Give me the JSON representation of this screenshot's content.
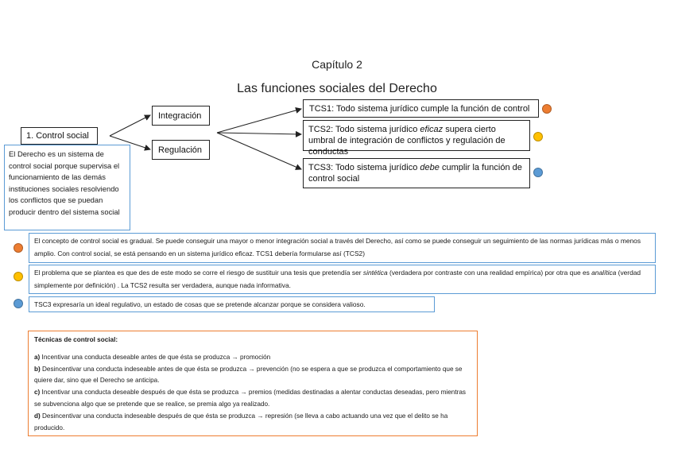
{
  "chapter": "Capítulo 2",
  "title": "Las funciones sociales del Derecho",
  "control_social_label": "1. Control social",
  "integracion_label": "Integración",
  "regulacion_label": "Regulación",
  "definition_text": "El Derecho es un sistema de control social porque supervisa el funcionamiento de las demás instituciones sociales resolviendo los conflictos que se puedan producir dentro del sistema social",
  "tcs1": {
    "text": "TCS1: Todo sistema jurídico cumple la función de control"
  },
  "tcs2": {
    "pre": "TCS2: Todo sistema jurídico ",
    "em": "eficaz",
    "post": " supera cierto umbral de integración de conflictos y regulación de conductas"
  },
  "tcs3": {
    "pre": "TCS3: Todo sistema jurídico ",
    "em": "debe",
    "post": " cumplir la función de control social"
  },
  "colors": {
    "orange": "#ed7d31",
    "yellow": "#ffc000",
    "blue": "#5b9bd5"
  },
  "note1": "El concepto de control social es gradual. Se puede conseguir una mayor o menor integración social a través del Derecho, así como se puede conseguir un seguimiento de las normas jurídicas más o menos amplio. Con control social, se está pensando en un sistema jurídico eficaz. TCS1 debería formularse así (TCS2)",
  "note2": {
    "pre": "El problema que se plantea es que des de este modo se corre el riesgo de sustituir una tesis que pretendía ser ",
    "em1": "sintética",
    "mid": " (verdadera por contraste con una realidad empírica) por otra que es ",
    "em2": "analítica",
    "post": " (verdad simplemente por definición) . La TCS2 resulta ser verdadera, aunque nada informativa."
  },
  "note3": "TSC3 expresaría un ideal regulativo, un estado de cosas que se pretende alcanzar porque se considera valioso.",
  "techniques": {
    "heading": "Técnicas de control social:",
    "items": [
      {
        "letter": "a)",
        "text": " Incentivar una conducta deseable antes de que ésta se produzca → promoción"
      },
      {
        "letter": "b)",
        "text": " Desincentivar una conducta indeseable antes de que ésta se produzca → prevención (no se espera a que se produzca el comportamiento que se quiere dar, sino que el Derecho se anticipa."
      },
      {
        "letter": "c)",
        "text": " Incentivar una conducta deseable después de que ésta se produzca → premios (medidas destinadas a alentar conductas deseadas, pero mientras se subvenciona algo que se pretende que se realice, se premia algo ya realizado."
      },
      {
        "letter": "d)",
        "text": " Desincentivar una conducta indeseable después de que ésta se produzca → represión (se lleva a cabo actuando una vez que el delito se ha producido."
      }
    ]
  }
}
